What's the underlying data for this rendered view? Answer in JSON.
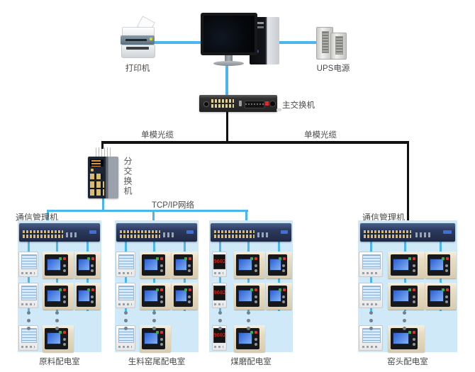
{
  "diagram": {
    "type": "power-monitoring-network-topology",
    "top_devices": {
      "printer_label": "打印机",
      "ups_label": "UPS电源"
    },
    "backbone": {
      "main_switch_label": "主交换机",
      "fiber_left_label": "单模光缆",
      "fiber_right_label": "单模光缆",
      "sub_switch_label": "分交换机",
      "tcpip_label": "TCP/IP网络",
      "comm_manager_left_label": "通信管理机",
      "comm_manager_right_label": "通信管理机"
    },
    "rooms": [
      {
        "label": "原料配电室",
        "meter_type": "lcd"
      },
      {
        "label": "生料窑尾配电室",
        "meter_type": "lcd"
      },
      {
        "label": "煤磨配电室",
        "meter_type": "led"
      },
      {
        "label": "窑头配电室",
        "meter_type": "lcd"
      }
    ],
    "meter_display_digits": "9602",
    "colors": {
      "fiber_cable": "#101010",
      "ethernet_cable": "#4ab6ee",
      "room_panel_bg": "#cfe9f8",
      "label_text": "#4a4a4a"
    }
  }
}
